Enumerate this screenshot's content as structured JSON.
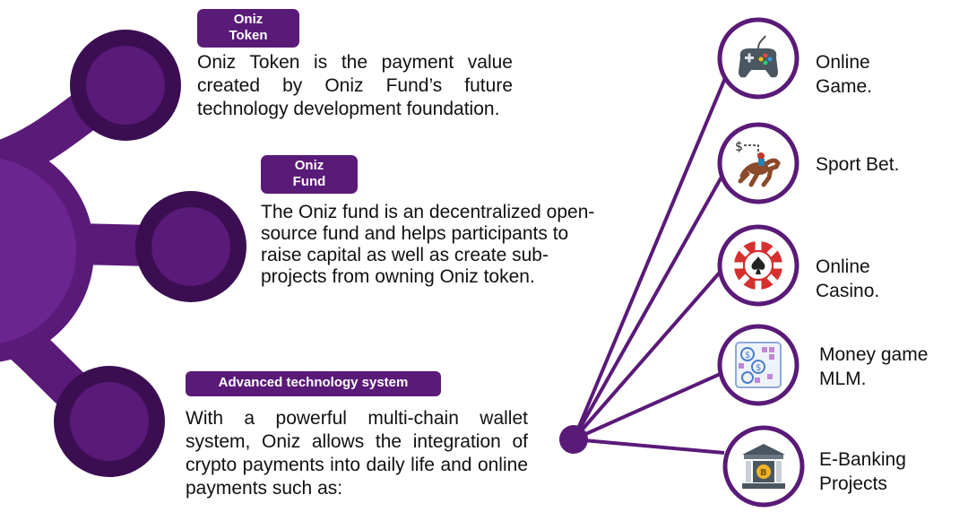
{
  "colors": {
    "primary": "#5a1a78",
    "dark": "#3b0e52",
    "light": "#7a2f9e",
    "pill": "#5a1a78"
  },
  "sections": [
    {
      "badge": [
        "Oniz",
        "Token"
      ],
      "text": "Oniz Token is the payment value created by Oniz Fund’s future technology development foundation."
    },
    {
      "badge": [
        "Oniz",
        "Fund"
      ],
      "text": "The Oniz fund is an decentralized open-source fund and helps participants to raise capital as well as create sub-projects from owning Oniz token."
    },
    {
      "badge": [
        "Advanced technology system"
      ],
      "text": "With a powerful multi-chain wallet system, Oniz allows the integration of crypto payments into daily life and online payments such as:"
    }
  ],
  "uses": [
    {
      "label": [
        "Online",
        "Game."
      ],
      "icon": "gamepad-icon"
    },
    {
      "label": [
        "Sport Bet."
      ],
      "icon": "horse-racing-icon"
    },
    {
      "label": [
        "Online",
        "Casino."
      ],
      "icon": "casino-chip-icon"
    },
    {
      "label": [
        "Money game",
        "MLM."
      ],
      "icon": "money-network-icon"
    },
    {
      "label": [
        "E-Banking",
        "Projects"
      ],
      "icon": "bank-icon"
    }
  ]
}
